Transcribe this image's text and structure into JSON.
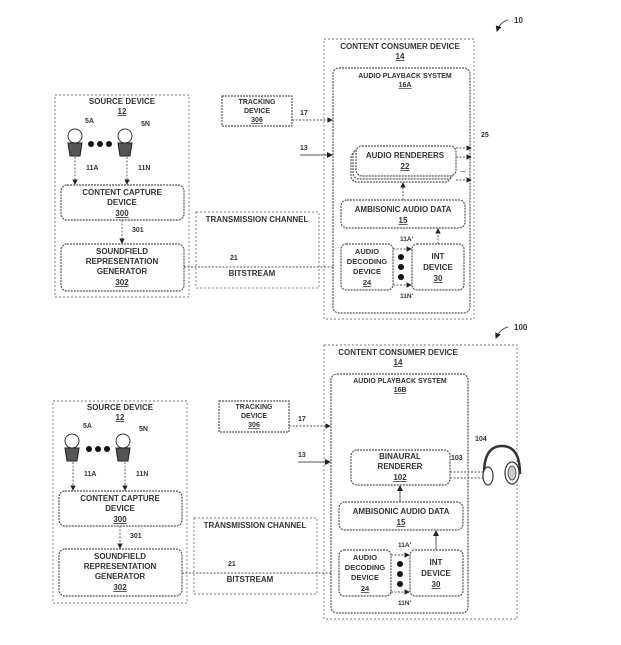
{
  "diagrams": [
    {
      "ref": "10",
      "source_device": {
        "label": "SOURCE DEVICE",
        "num": "12"
      },
      "mics": [
        {
          "label": "5A"
        },
        {
          "label": "5N"
        }
      ],
      "mic_signals": [
        "11A",
        "11N"
      ],
      "content_capture": {
        "line1": "CONTENT CAPTURE",
        "line2": "DEVICE",
        "num": "300"
      },
      "signal_301": "301",
      "soundfield": {
        "line1": "SOUNDFIELD",
        "line2": "REPRESENTATION",
        "line3": "GENERATOR",
        "num": "302"
      },
      "tracking": {
        "line1": "TRACKING",
        "line2": "DEVICE",
        "num": "306"
      },
      "signal_17": "17",
      "signal_13": "13",
      "transmission": {
        "label": "TRANSMISSION CHANNEL",
        "signal": "21",
        "bitstream": "BITSTREAM"
      },
      "consumer": {
        "label": "CONTENT CONSUMER DEVICE",
        "num": "14"
      },
      "playback": {
        "label": "AUDIO PLAYBACK SYSTEM",
        "num": "16A"
      },
      "renderer": {
        "line1": "AUDIO RENDERERS",
        "line2": "",
        "num": "22"
      },
      "output_ref": "25",
      "ambisonic": {
        "label": "AMBISONIC AUDIO DATA",
        "num": "15"
      },
      "decoding": {
        "line1": "AUDIO",
        "line2": "DECODING",
        "line3": "DEVICE",
        "num": "24"
      },
      "int_device": {
        "line1": "INT",
        "line2": "DEVICE",
        "num": "30"
      },
      "sig_a": "11A'",
      "sig_n": "11N'"
    },
    {
      "ref": "100",
      "source_device": {
        "label": "SOURCE DEVICE",
        "num": "12"
      },
      "mics": [
        {
          "label": "5A"
        },
        {
          "label": "5N"
        }
      ],
      "mic_signals": [
        "11A",
        "11N"
      ],
      "content_capture": {
        "line1": "CONTENT CAPTURE",
        "line2": "DEVICE",
        "num": "300"
      },
      "signal_301": "301",
      "soundfield": {
        "line1": "SOUNDFIELD",
        "line2": "REPRESENTATION",
        "line3": "GENERATOR",
        "num": "302"
      },
      "tracking": {
        "line1": "TRACKING",
        "line2": "DEVICE",
        "num": "306"
      },
      "signal_17": "17",
      "signal_13": "13",
      "transmission": {
        "label": "TRANSMISSION CHANNEL",
        "signal": "21",
        "bitstream": "BITSTREAM"
      },
      "consumer": {
        "label": "CONTENT CONSUMER DEVICE",
        "num": "14"
      },
      "playback": {
        "label": "AUDIO PLAYBACK SYSTEM",
        "num": "16B"
      },
      "renderer": {
        "line1": "BINAURAL",
        "line2": "RENDERER",
        "num": "102"
      },
      "output_ref": "103",
      "headphones_ref": "104",
      "ambisonic": {
        "label": "AMBISONIC AUDIO DATA",
        "num": "15"
      },
      "decoding": {
        "line1": "AUDIO",
        "line2": "DECODING",
        "line3": "DEVICE",
        "num": "24"
      },
      "int_device": {
        "line1": "INT",
        "line2": "DEVICE",
        "num": "30"
      },
      "sig_a": "11A'",
      "sig_n": "11N'"
    }
  ]
}
